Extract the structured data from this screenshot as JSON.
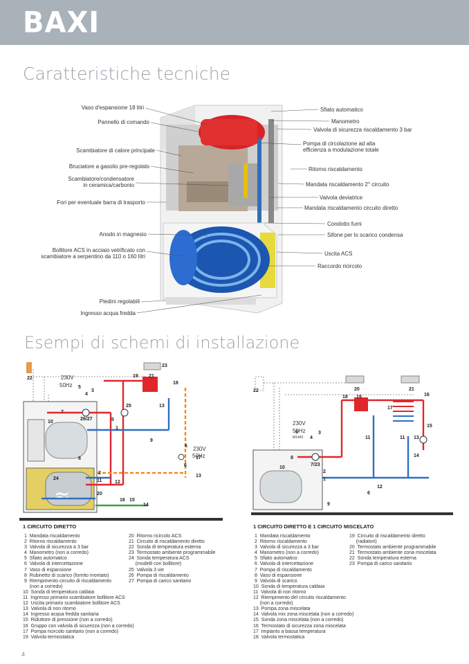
{
  "brand": "BAXI",
  "title": "Caratteristiche tecniche",
  "subtitle": "Esempi di schemi di installazione",
  "page_number": "4",
  "labels_left": [
    "Vaso d'espansione 18 litri",
    "Pannello di comando",
    "Scambiatore di calore principale",
    "Bruciatore a gasolio pre-regolato",
    "Scambiatore/condensatore",
    "in ceramica/carbonio",
    "Fori per eventuale barra di trasporto",
    "Anodo in magnesio",
    "Bollitore ACS in acciaio vetrificato con",
    "scambiatore a serpentino da 110 o 160 litri",
    "Piedini regolabili",
    "Ingresso acqua fredda"
  ],
  "labels_right": [
    "Sfiato automatico",
    "Manometro",
    "Valvola di sicurezza riscaldamento 3 bar",
    "Pompa di circolazione ad alta",
    "efficienza a modulazione totale",
    "Ritorno riscaldamento",
    "Mandata riscaldamento 2° circuito",
    "Valvola deviatrice",
    "Mandata riscaldamento circuito diretto",
    "Condotto fumi",
    "Sifone per lo scarico condensa",
    "Uscita ACS",
    "Raccordo ricircolo"
  ],
  "schematic_left": {
    "voltage_a": "230V",
    "freq_a": "50Hz",
    "voltage_b": "230V",
    "freq_b": "50Hz",
    "nums": [
      "22",
      "23",
      "19",
      "21",
      "5",
      "4",
      "3",
      "7",
      "26/27",
      "25",
      "10",
      "5",
      "1",
      "13",
      "9",
      "6",
      "17",
      "6",
      "8",
      "13",
      "11",
      "24",
      "12",
      "20",
      "16",
      "15",
      "14",
      "2",
      "18"
    ]
  },
  "schematic_right": {
    "voltage": "230V",
    "freq": "50Hz",
    "part": "M1443",
    "nums": [
      "22",
      "20",
      "21",
      "16",
      "18",
      "19",
      "17",
      "15",
      "5",
      "4",
      "3",
      "11",
      "11",
      "13",
      "14",
      "8",
      "7/23",
      "10",
      "2",
      "1",
      "12",
      "6",
      "9"
    ]
  },
  "section_left": "1 CIRCUITO DIRETTO",
  "section_right": "1 CIRCUITO DIRETTO E 1 CIRCUITO MISCELATO",
  "legend_left_a": [
    " 1  Mandata riscaldamento",
    " 2  Ritorno riscaldamento",
    " 3  Valvola di sicurezza a 3 bar",
    " 4  Manometro (non a corredo)",
    " 5  Sfiato automatico",
    " 6  Valvola di intercettazione",
    " 7  Vaso di espansione",
    " 8  Rubinetto di scarico (fornito montato)",
    " 9  Riempimento circuito di riscaldamento",
    "     (non a corredo)",
    "10  Sonda di temperatura caldaia",
    "11  Ingresso primario scambiatore bollitore ACS",
    "12  Uscita primario scambiatore bollitore ACS",
    "13  Valvola di non ritorno",
    "14  Ingresso acqua fredda sanitaria",
    "15  Riduttore di pressione (non a corredo)",
    "16  Gruppo con valvola di sicurezza (non a corredo)",
    "17  Pompa ricircolo sanitario (non a corredo)",
    "19  Valvola termostatica"
  ],
  "legend_left_b": [
    "20  Ritorno ricircolo ACS",
    "21  Circuito di riscaldamento diretto",
    "22  Sonda di temperatura esterna",
    "23  Termostato ambiente programmabile",
    "24  Sonda temperatura ACS",
    "     (modelli con bollitore)",
    "25  Valvola 3 vie",
    "26  Pompa di riscaldamento",
    "27  Pompa di carico sanitario"
  ],
  "legend_right_a": [
    " 1  Mandata riscaldamento",
    " 2  Ritorno riscaldamento",
    " 3  Valvola di sicurezza a 3 bar",
    " 4  Manometro (non a corredo)",
    " 5  Sfiato automatico",
    " 6  Valvola di intercettazione",
    " 7  Pompa di riscaldamento",
    " 8  Vaso di espansione",
    " 9  Valvola di scarico",
    "10  Sonda di temperatura caldaia",
    "11  Valvola di non ritorno",
    "12  Riempimento del circuito riscaldamento",
    "     (non a corredo)",
    "13  Pompa zona miscelata",
    "14  Valvola mix zona miscelata (non a corredo)",
    "15  Sonda zona miscelata (non a corredo)",
    "16  Termostato di sicurezza zona miscelata",
    "17  Impianto a bassa temperatura",
    "18  Valvola termostatica"
  ],
  "legend_right_b": [
    "19  Circuito di riscaldamento diretto",
    "     (radiatori)",
    "20  Termostato ambiente programmabile",
    "21  Termostato ambiente zona miscelata",
    "22  Sonda temperatura esterna",
    "23  Pompa di carico sanitario"
  ]
}
